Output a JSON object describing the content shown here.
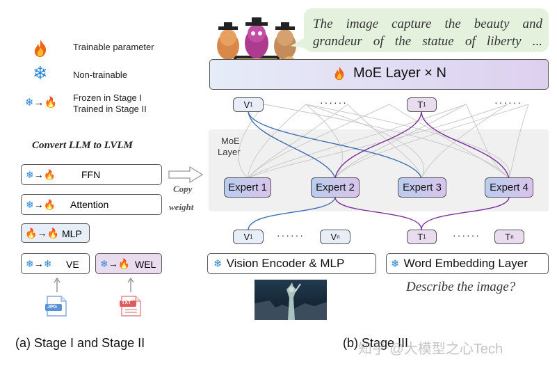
{
  "legend": [
    {
      "icon": "fire-icon",
      "label": "Trainable parameter"
    },
    {
      "icon": "snowflake-icon",
      "label": "Non-trainable"
    },
    {
      "icon": "snowflake-to-fire-icon",
      "label_line1": "Frozen in Stage I",
      "label_line2": "Trained in Stage II"
    }
  ],
  "left_panel": {
    "title": "Convert LLM to LVLM",
    "ffn": "FFN",
    "attention": "Attention",
    "mlp": "MLP",
    "ve": "VE",
    "wel": "WEL",
    "copy_line1": "Copy",
    "copy_line2": "weight",
    "jpg": "JPG",
    "txt": "TXT",
    "caption": "(a) Stage I and Stage II"
  },
  "right_panel": {
    "speech": "The image capture the beauty and grandeur of the statue of liberty ...",
    "moe_layer_n": "MoE Layer × N",
    "moe_label_line1": "MoE",
    "moe_label_line2": "Layer",
    "experts": [
      "Expert 1",
      "Expert 2",
      "Expert 3",
      "Expert 4"
    ],
    "top_tokens": {
      "v1": "V",
      "v1_sub": "1",
      "t1": "T",
      "t1_sub": "1",
      "dots": "······"
    },
    "bottom_tokens": {
      "v1": "V",
      "v1_sub": "1",
      "vn": "V",
      "vn_sub": "n",
      "t1": "T",
      "t1_sub": "1",
      "tn": "T",
      "tn_sub": "n",
      "dots": "······"
    },
    "vision_encoder": "Vision Encoder & MLP",
    "word_embedding": "Word Embedding Layer",
    "question": "Describe the image?",
    "caption": "(b) Stage III"
  },
  "watermark": "知乎 @大模型之心Tech",
  "colors": {
    "vision_blue": "#3b6bb0",
    "text_purple": "#7b2f9a",
    "expert_gradient_start": "#b9cdee",
    "expert_gradient_end": "#d9c3ec",
    "moe_band": "#f0f0f0"
  }
}
